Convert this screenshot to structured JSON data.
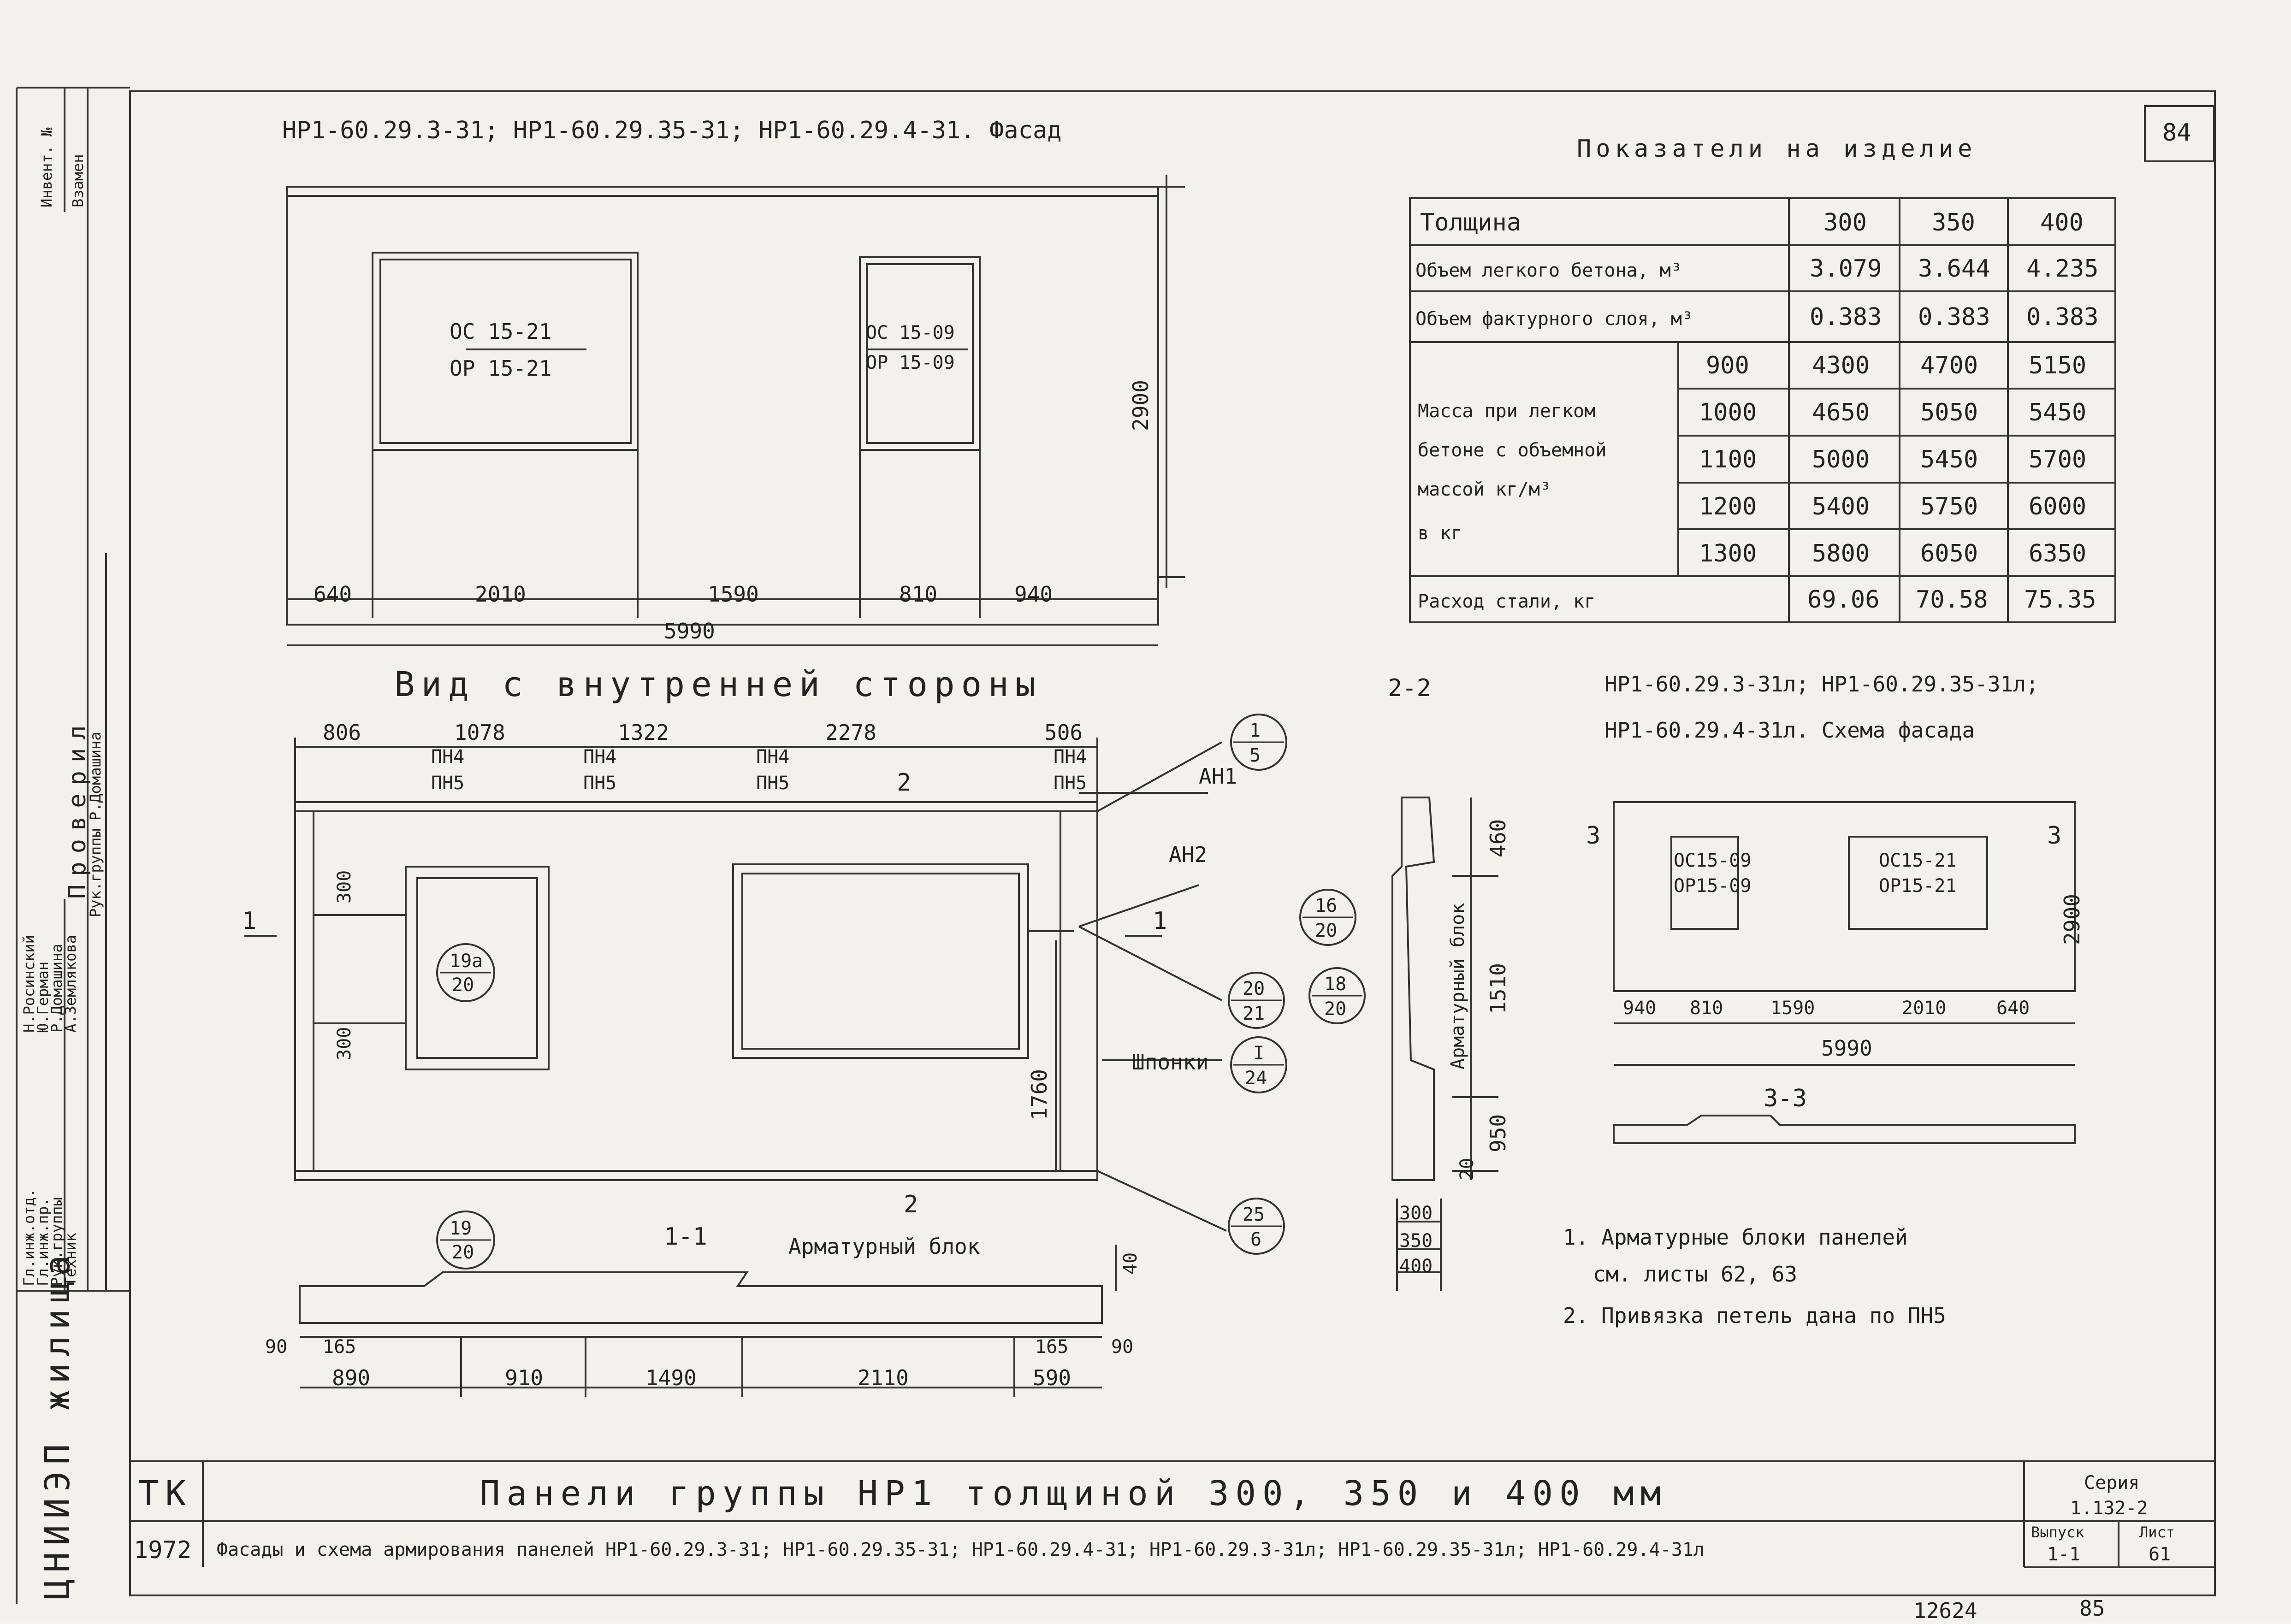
{
  "sheet_number": "84",
  "facade": {
    "title": "НР1-60.29.3-31; НР1-60.29.35-31; НР1-60.29.4-31. Фасад",
    "window_left": {
      "top": "ОС 15-21",
      "bottom": "ОР 15-21"
    },
    "window_right": {
      "top": "ОС 15-09",
      "bottom": "ОР 15-09"
    },
    "dims": [
      "640",
      "2010",
      "1590",
      "810",
      "940"
    ],
    "total_width": "5990",
    "height": "2900"
  },
  "inner_view": {
    "title": "Вид с внутренней стороны",
    "top_dims": [
      "806",
      "1078",
      "1322",
      "2278",
      "506"
    ],
    "loop_labels": [
      {
        "top": "ПН4",
        "bottom": "ПН5"
      },
      {
        "top": "ПН4",
        "bottom": "ПН5"
      },
      {
        "top": "ПН4",
        "bottom": "ПН5"
      },
      {
        "top": "ПН4",
        "bottom": "ПН5"
      }
    ],
    "section_mark_top": "2",
    "section_mark_bottom": "2",
    "section_mark_left": "1",
    "section_mark_right": "1",
    "left_dims": [
      "300",
      "300"
    ],
    "right_dim": "1760",
    "callouts": [
      {
        "top": "1",
        "bottom": "5"
      },
      {
        "top": "19а",
        "bottom": "20"
      },
      {
        "top": "20",
        "bottom": "21"
      },
      {
        "top": "I",
        "bottom": "24"
      },
      {
        "top": "25",
        "bottom": "6"
      }
    ],
    "labels": {
      "an1": "АН1",
      "an2": "АН2",
      "shponki": "Шпонки"
    }
  },
  "section_1_1": {
    "title": "1-1",
    "label": "Арматурный блок",
    "callout": {
      "top": "19",
      "bottom": "20"
    },
    "dims_small": [
      "90",
      "165",
      "165",
      "90"
    ],
    "dims_bottom": [
      "890",
      "910",
      "1490",
      "2110",
      "590"
    ],
    "dim_right": "40"
  },
  "section_2_2": {
    "title": "2-2",
    "label": "Арматурный блок",
    "dims_right": [
      "460",
      "1510",
      "950",
      "20"
    ],
    "thickness_list": [
      "300",
      "350",
      "400"
    ],
    "callouts": [
      {
        "top": "16",
        "bottom": "20"
      },
      {
        "top": "18",
        "bottom": "20"
      }
    ]
  },
  "indicators": {
    "title": "Показатели на изделие",
    "thickness_label": "Толщина",
    "thickness_values": [
      "300",
      "350",
      "400"
    ],
    "rows": [
      {
        "label": "Объем легкого бетона, м³",
        "values": [
          "3.079",
          "3.644",
          "4.235"
        ]
      },
      {
        "label": "Объем фактурного слоя, м³",
        "values": [
          "0.383",
          "0.383",
          "0.383"
        ]
      }
    ],
    "mass_label_lines": [
      "Масса при легком",
      "бетоне с объемной",
      "массой   кг/м³",
      "в кг"
    ],
    "mass_rows": [
      {
        "density": "900",
        "values": [
          "4300",
          "4700",
          "5150"
        ]
      },
      {
        "density": "1000",
        "values": [
          "4650",
          "5050",
          "5450"
        ]
      },
      {
        "density": "1100",
        "values": [
          "5000",
          "5450",
          "5700"
        ]
      },
      {
        "density": "1200",
        "values": [
          "5400",
          "5750",
          "6000"
        ]
      },
      {
        "density": "1300",
        "values": [
          "5800",
          "6050",
          "6350"
        ]
      }
    ],
    "steel": {
      "label": "Расход  стали,  кг",
      "values": [
        "69.06",
        "70.58",
        "75.35"
      ]
    }
  },
  "mirror_facade": {
    "title_line1": "НР1-60.29.3-31л; НР1-60.29.35-31л;",
    "title_line2": "НР1-60.29.4-31л. Схема фасада",
    "window_small": {
      "top": "ОС15-09",
      "bottom": "ОР15-09"
    },
    "window_big": {
      "top": "ОС15-21",
      "bottom": "ОР15-21"
    },
    "dims": [
      "940",
      "810",
      "1590",
      "2010",
      "640"
    ],
    "total_width": "5990",
    "height": "2900",
    "section_mark_left": "3",
    "section_mark_right": "3",
    "section_3_3": "3-3"
  },
  "notes": [
    "1. Арматурные блоки панелей",
    "см. листы 62, 63",
    "2. Привязка петель дана по ПН5"
  ],
  "title_block": {
    "tk": "ТК",
    "year": "1972",
    "main_title": "Панели группы НР1 толщиной 300, 350 и 400 мм",
    "subtitle": "Фасады и схема армирования панелей НР1-60.29.3-31; НР1-60.29.35-31; НР1-60.29.4-31; НР1-60.29.3-31л; НР1-60.29.35-31л; НР1-60.29.4-31л",
    "series_label": "Серия",
    "series_value": "1.132-2",
    "issue_label": "Выпуск",
    "issue_value": "1-1",
    "sheet_label": "Лист",
    "sheet_value": "61",
    "org": "ЦНИИЭП жилища"
  },
  "side_stamp": {
    "inv_label": "Инвент. №",
    "vzamen_label": "Взамен",
    "proveril_label": "Проверил",
    "roles": [
      "Гл.инж.отд.",
      "Гл.инж.пр.",
      "Рук.группы",
      "Техник"
    ],
    "names": [
      "Н.Росинский",
      "Ю.Герман",
      "Р.Домашина",
      "А.Землякова"
    ],
    "checker_role": "Рук.группы",
    "checker_name": "Р.Домашина"
  },
  "bottom_handwritten": [
    "12624",
    "85"
  ]
}
